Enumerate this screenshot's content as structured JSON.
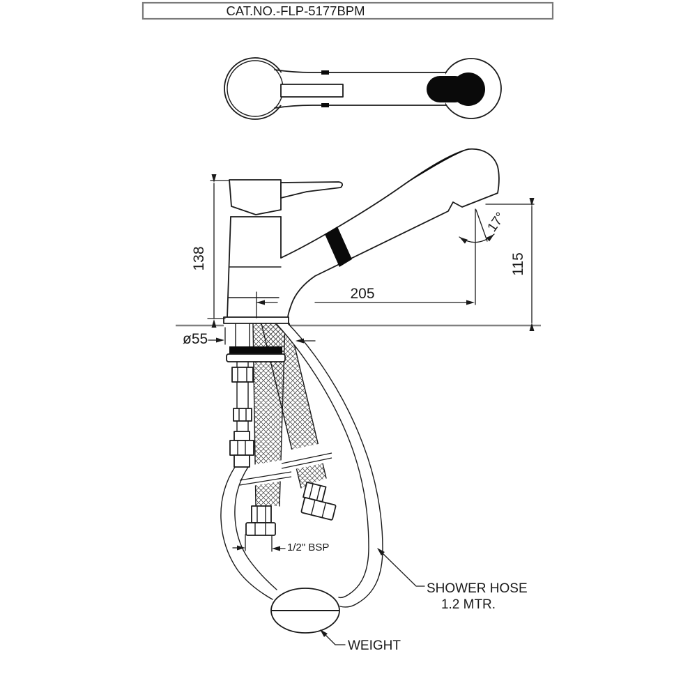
{
  "title": "CAT.NO.-FLP-5177BPM",
  "dimensions": {
    "body_height": "138",
    "spout_reach": "205",
    "spout_height": "115",
    "head_angle": "17°",
    "base_diameter": "ø55",
    "thread_size": "1/2\" BSP"
  },
  "labels": {
    "shower_hose_line1": "SHOWER HOSE",
    "shower_hose_line2": "1.2 MTR.",
    "weight": "WEIGHT"
  },
  "colors": {
    "line": "#1a1a1a",
    "deck_line": "#808080",
    "black_fill": "#0a0a0a",
    "background": "#ffffff",
    "title_border": "#7a7a7a"
  }
}
